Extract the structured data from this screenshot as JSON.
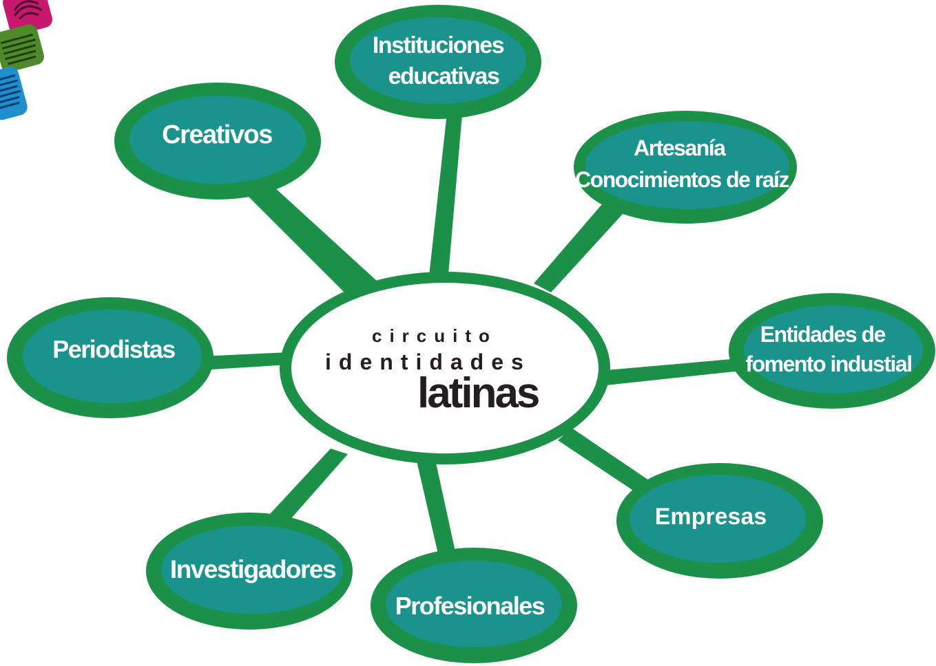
{
  "colors": {
    "outer_green": "#1a9147",
    "inner_teal": "#1a938d",
    "node_text": "#ffffff",
    "center_fill": "#ffffff",
    "center_text": "#231f20"
  },
  "center": {
    "line1": "circuito",
    "line2": "identidades",
    "line3": "latinas"
  },
  "nodes": [
    {
      "id": "instituciones",
      "lines": [
        "Instituciones",
        "educativas"
      ]
    },
    {
      "id": "creativos",
      "lines": [
        "Creativos"
      ]
    },
    {
      "id": "artesania",
      "lines": [
        "Artesanía",
        "Conocimientos de raíz"
      ]
    },
    {
      "id": "periodistas",
      "lines": [
        "Periodistas"
      ]
    },
    {
      "id": "entidades",
      "lines": [
        "Entidades de",
        "fomento industial"
      ]
    },
    {
      "id": "empresas",
      "lines": [
        "Empresas"
      ]
    },
    {
      "id": "investigadores",
      "lines": [
        "Investigadores"
      ]
    },
    {
      "id": "profesionales",
      "lines": [
        "Profesionales"
      ]
    }
  ],
  "logo_icon": "fingerprint-logo-icon"
}
